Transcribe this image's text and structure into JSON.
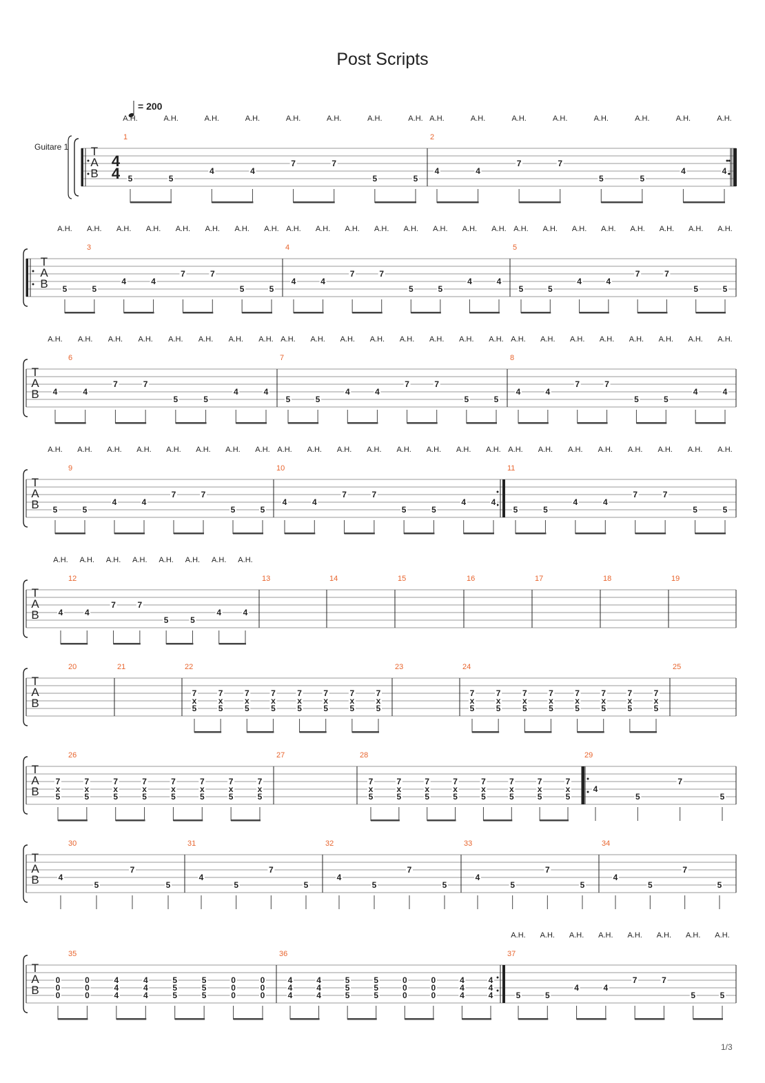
{
  "title": "Post Scripts",
  "tempo": "= 200",
  "instrument": "Guitare 1",
  "page_number": "1/3",
  "ah_label": "A.H.",
  "tab_letters": [
    "T",
    "A",
    "B"
  ],
  "time_signature": [
    "4",
    "4"
  ],
  "cross": "x",
  "colors": {
    "measure_number": "#e8642d",
    "lines": "#999999",
    "notes": "#222222"
  },
  "measures": [
    {
      "n": "1",
      "ah": true,
      "notes": [
        [
          "5"
        ],
        [
          "5"
        ],
        [
          "4"
        ],
        [
          "4"
        ],
        [
          "7"
        ],
        [
          "7"
        ],
        [
          "5"
        ],
        [
          "5"
        ]
      ]
    },
    {
      "n": "2",
      "ah": true,
      "notes": [
        [
          "4"
        ],
        [
          "4"
        ],
        [
          "7"
        ],
        [
          "7"
        ],
        [
          "5"
        ],
        [
          "5"
        ],
        [
          "4"
        ],
        [
          "4"
        ]
      ]
    },
    {
      "n": "3",
      "ah": true,
      "notes": [
        [
          "5"
        ],
        [
          "5"
        ],
        [
          "4"
        ],
        [
          "4"
        ],
        [
          "7"
        ],
        [
          "7"
        ],
        [
          "5"
        ],
        [
          "5"
        ]
      ]
    },
    {
      "n": "4",
      "ah": true,
      "notes": [
        [
          "4"
        ],
        [
          "4"
        ],
        [
          "7"
        ],
        [
          "7"
        ],
        [
          "5"
        ],
        [
          "5"
        ],
        [
          "4"
        ],
        [
          "4"
        ]
      ]
    },
    {
      "n": "5",
      "ah": true,
      "notes": [
        [
          "5"
        ],
        [
          "5"
        ],
        [
          "4"
        ],
        [
          "4"
        ],
        [
          "7"
        ],
        [
          "7"
        ],
        [
          "5"
        ],
        [
          "5"
        ]
      ]
    },
    {
      "n": "6",
      "ah": true,
      "notes": [
        [
          "4"
        ],
        [
          "4"
        ],
        [
          "7"
        ],
        [
          "7"
        ],
        [
          "5"
        ],
        [
          "5"
        ],
        [
          "4"
        ],
        [
          "4"
        ]
      ]
    },
    {
      "n": "7",
      "ah": true,
      "notes": [
        [
          "5"
        ],
        [
          "5"
        ],
        [
          "4"
        ],
        [
          "4"
        ],
        [
          "7"
        ],
        [
          "7"
        ],
        [
          "5"
        ],
        [
          "5"
        ]
      ]
    },
    {
      "n": "8",
      "ah": true,
      "notes": [
        [
          "4"
        ],
        [
          "4"
        ],
        [
          "7"
        ],
        [
          "7"
        ],
        [
          "5"
        ],
        [
          "5"
        ],
        [
          "4"
        ],
        [
          "4"
        ]
      ]
    },
    {
      "n": "9",
      "ah": true,
      "notes": [
        [
          "5"
        ],
        [
          "5"
        ],
        [
          "4"
        ],
        [
          "4"
        ],
        [
          "7"
        ],
        [
          "7"
        ],
        [
          "5"
        ],
        [
          "5"
        ]
      ]
    },
    {
      "n": "10",
      "ah": true,
      "notes": [
        [
          "4"
        ],
        [
          "4"
        ],
        [
          "7"
        ],
        [
          "7"
        ],
        [
          "5"
        ],
        [
          "5"
        ],
        [
          "4"
        ],
        [
          "4"
        ]
      ]
    },
    {
      "n": "11",
      "ah": true,
      "notes": [
        [
          "5"
        ],
        [
          "5"
        ],
        [
          "4"
        ],
        [
          "4"
        ],
        [
          "7"
        ],
        [
          "7"
        ],
        [
          "5"
        ],
        [
          "5"
        ]
      ]
    },
    {
      "n": "12",
      "ah": true,
      "notes": [
        [
          "4"
        ],
        [
          "4"
        ],
        [
          "7"
        ],
        [
          "7"
        ],
        [
          "5"
        ],
        [
          "5"
        ],
        [
          "4"
        ],
        [
          "4"
        ]
      ]
    },
    {
      "n": "13",
      "notes": []
    },
    {
      "n": "14",
      "notes": []
    },
    {
      "n": "15",
      "notes": []
    },
    {
      "n": "16",
      "notes": []
    },
    {
      "n": "17",
      "notes": []
    },
    {
      "n": "18",
      "notes": []
    },
    {
      "n": "19",
      "notes": []
    },
    {
      "n": "20",
      "notes": []
    },
    {
      "n": "21",
      "notes": []
    },
    {
      "n": "22",
      "notes": [
        [
          "7",
          "x",
          "5"
        ],
        [
          "7",
          "x",
          "5"
        ],
        [
          "7",
          "x",
          "5"
        ],
        [
          "7",
          "x",
          "5"
        ],
        [
          "7",
          "x",
          "5"
        ],
        [
          "7",
          "x",
          "5"
        ],
        [
          "7",
          "x",
          "5"
        ],
        [
          "7",
          "x",
          "5"
        ]
      ]
    },
    {
      "n": "23",
      "notes": []
    },
    {
      "n": "24",
      "notes": [
        [
          "7",
          "x",
          "5"
        ],
        [
          "7",
          "x",
          "5"
        ],
        [
          "7",
          "x",
          "5"
        ],
        [
          "7",
          "x",
          "5"
        ],
        [
          "7",
          "x",
          "5"
        ],
        [
          "7",
          "x",
          "5"
        ],
        [
          "7",
          "x",
          "5"
        ],
        [
          "7",
          "x",
          "5"
        ]
      ]
    },
    {
      "n": "25",
      "notes": []
    },
    {
      "n": "26",
      "notes": [
        [
          "7",
          "x",
          "5"
        ],
        [
          "7",
          "x",
          "5"
        ],
        [
          "7",
          "x",
          "5"
        ],
        [
          "7",
          "x",
          "5"
        ],
        [
          "7",
          "x",
          "5"
        ],
        [
          "7",
          "x",
          "5"
        ],
        [
          "7",
          "x",
          "5"
        ],
        [
          "7",
          "x",
          "5"
        ]
      ]
    },
    {
      "n": "27",
      "notes": []
    },
    {
      "n": "28",
      "notes": [
        [
          "7",
          "x",
          "5"
        ],
        [
          "7",
          "x",
          "5"
        ],
        [
          "7",
          "x",
          "5"
        ],
        [
          "7",
          "x",
          "5"
        ],
        [
          "7",
          "x",
          "5"
        ],
        [
          "7",
          "x",
          "5"
        ],
        [
          "7",
          "x",
          "5"
        ],
        [
          "7",
          "x",
          "5"
        ]
      ]
    },
    {
      "n": "29",
      "notes": [
        [
          "4"
        ],
        [
          "5"
        ],
        [
          "7"
        ],
        [
          "5"
        ]
      ]
    },
    {
      "n": "30",
      "notes": [
        [
          "4"
        ],
        [
          "5"
        ],
        [
          "7"
        ],
        [
          "5"
        ]
      ]
    },
    {
      "n": "31",
      "notes": [
        [
          "4"
        ],
        [
          "5"
        ],
        [
          "7"
        ],
        [
          "5"
        ]
      ]
    },
    {
      "n": "32",
      "notes": [
        [
          "4"
        ],
        [
          "5"
        ],
        [
          "7"
        ],
        [
          "5"
        ]
      ]
    },
    {
      "n": "33",
      "notes": [
        [
          "4"
        ],
        [
          "5"
        ],
        [
          "7"
        ],
        [
          "5"
        ]
      ]
    },
    {
      "n": "34",
      "notes": [
        [
          "4"
        ],
        [
          "5"
        ],
        [
          "7"
        ],
        [
          "5"
        ]
      ]
    },
    {
      "n": "35",
      "notes": [
        [
          "0",
          "0",
          "0"
        ],
        [
          "0",
          "0",
          "0"
        ],
        [
          "4",
          "4",
          "4"
        ],
        [
          "4",
          "4",
          "4"
        ],
        [
          "5",
          "5",
          "5"
        ],
        [
          "5",
          "5",
          "5"
        ],
        [
          "0",
          "0",
          "0"
        ],
        [
          "0",
          "0",
          "0"
        ]
      ]
    },
    {
      "n": "36",
      "notes": [
        [
          "4",
          "4",
          "4"
        ],
        [
          "4",
          "4",
          "4"
        ],
        [
          "5",
          "5",
          "5"
        ],
        [
          "5",
          "5",
          "5"
        ],
        [
          "0",
          "0",
          "0"
        ],
        [
          "0",
          "0",
          "0"
        ],
        [
          "4",
          "4",
          "4"
        ],
        [
          "4",
          "4",
          "4"
        ]
      ]
    },
    {
      "n": "37",
      "ah": true,
      "notes": [
        [
          "5"
        ],
        [
          "5"
        ],
        [
          "4"
        ],
        [
          "4"
        ],
        [
          "7"
        ],
        [
          "7"
        ],
        [
          "5"
        ],
        [
          "5"
        ]
      ]
    }
  ]
}
